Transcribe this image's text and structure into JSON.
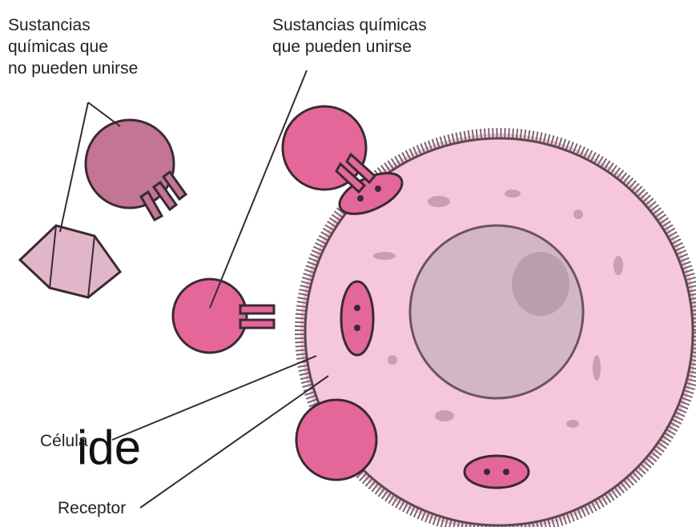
{
  "labels": {
    "cannot_bind": "Sustancias\nquímicas que\nno pueden unirse",
    "can_bind": "Sustancias químicas\nque pueden unirse",
    "cell": "Célula",
    "receptor": "Receptor"
  },
  "overlay_fragment": "ide",
  "colors": {
    "cell_fill": "#f6c6db",
    "cell_edge": "#7a6670",
    "nucleus_fill": "#d2b6c4",
    "bindable_fill": "#e5679a",
    "nonbindable_fill": "#c27595",
    "block_fill": "#e0b6c8",
    "receptor_fill": "#e3679b",
    "outline": "#3a2a32"
  }
}
